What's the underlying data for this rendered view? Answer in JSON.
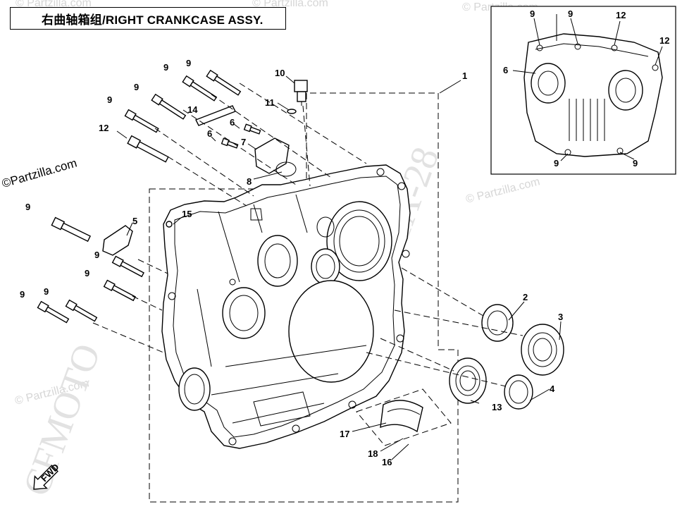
{
  "title": "右曲轴箱组/RIGHT CRANKCASE ASSY.",
  "watermarks": {
    "site": "© Partzilla.com",
    "brand_label": "©Partzilla.com",
    "cfmoto": "CFMOTO",
    "code_a": "1A-28",
    "code_b": "11"
  },
  "callouts": {
    "c1": "1",
    "c2": "2",
    "c3": "3",
    "c4": "4",
    "c5": "5",
    "c6a": "6",
    "c6b": "6",
    "c7": "7",
    "c8": "8",
    "c9a": "9",
    "c9b": "9",
    "c9c": "9",
    "c9d": "9",
    "c9e": "9",
    "c9f": "9",
    "c9g": "9",
    "c9h": "9",
    "c9i": "9",
    "c10": "10",
    "c11": "11",
    "c12": "12",
    "c13": "13",
    "c14": "14",
    "c15": "15",
    "c16": "16",
    "c17": "17",
    "c18": "18"
  },
  "inset_callouts": {
    "i9a": "9",
    "i9b": "9",
    "i12a": "12",
    "i12b": "12",
    "i6": "6",
    "i9c": "9",
    "i9d": "9"
  },
  "fwd_label": "FWD"
}
